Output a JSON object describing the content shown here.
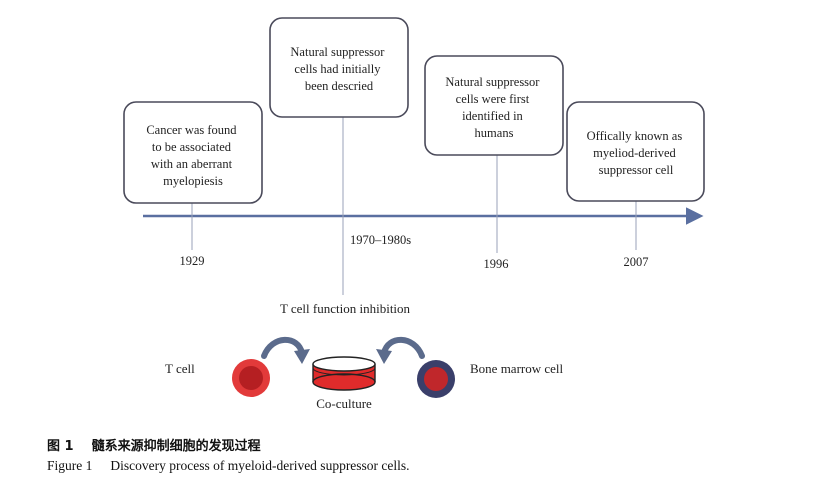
{
  "timeline": {
    "axis_color": "#5a6fa0",
    "box_border_color": "#4a4a5a",
    "events": [
      {
        "year": "1929",
        "lines": [
          "Cancer was found",
          "to be associated",
          "with an aberrant",
          "myelopiesis"
        ]
      },
      {
        "year": "1970–1980s",
        "lines": [
          "Natural suppressor",
          "cells had initially",
          "been descried"
        ]
      },
      {
        "year": "1996",
        "lines": [
          "Natural suppressor",
          "cells were first",
          "identified in",
          "humans"
        ]
      },
      {
        "year": "2007",
        "lines": [
          "Offically known as",
          "myeliod-derived",
          "suppressor cell"
        ]
      }
    ]
  },
  "coculture": {
    "inhibition_label": "T cell function inhibition",
    "t_cell_label": "T cell",
    "bone_marrow_label": "Bone marrow cell",
    "dish_label": "Co-culture",
    "t_cell_color": "#d42a2a",
    "bone_marrow_color": "#3a3f6a",
    "dish_fill_color": "#e02b2b",
    "arrow_color": "#5b6b8c"
  },
  "caption": {
    "cn_number": "图 1",
    "cn_title": "髓系来源抑制细胞的发现过程",
    "en_number": "Figure 1",
    "en_title": "Discovery process of myeloid-derived suppressor cells."
  }
}
